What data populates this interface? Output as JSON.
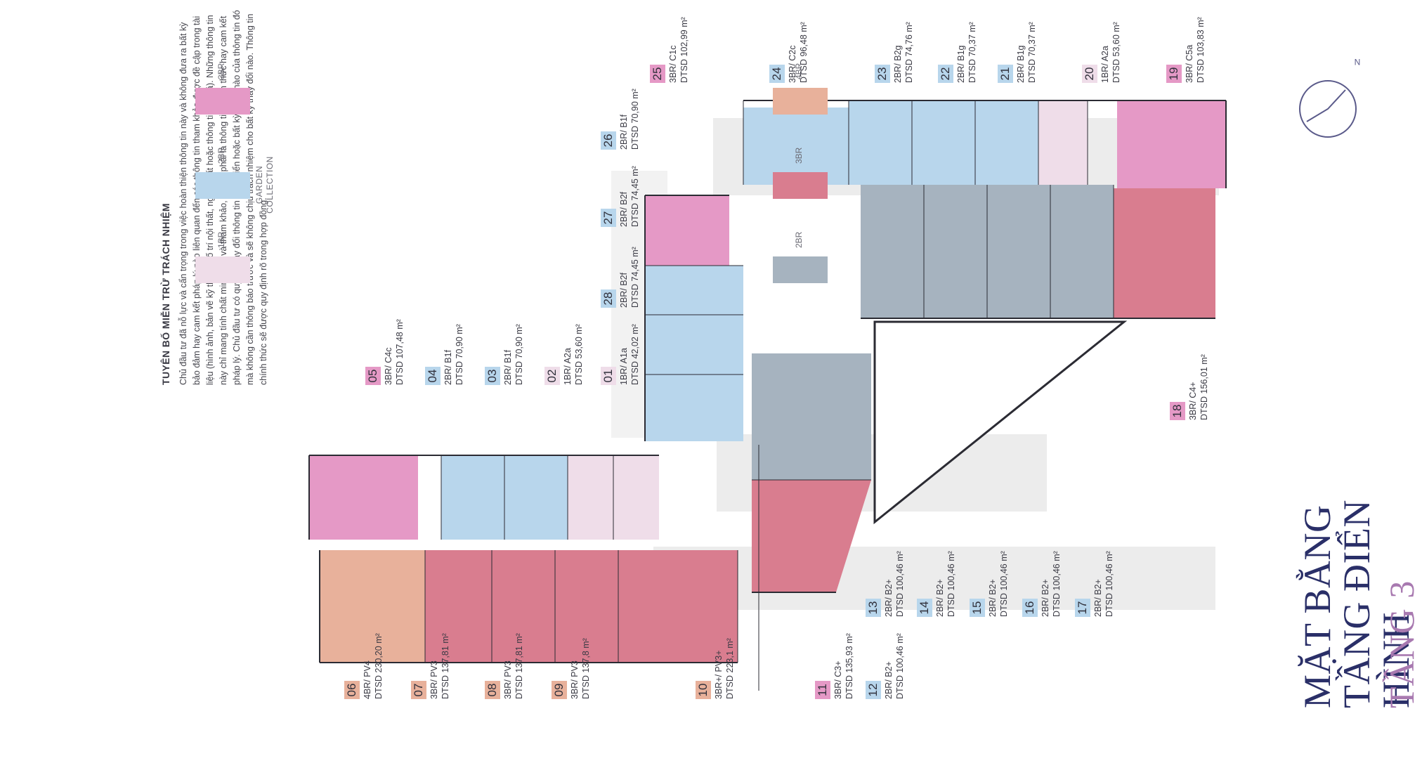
{
  "header": {
    "title": "MẶT BẰNG TẦNG ĐIỂN HÌNH",
    "subtitle": "TẦNG 3"
  },
  "colors": {
    "br1": "#efdde9",
    "br2": "#b8d6ec",
    "br3": "#e599c6",
    "garden2": "#a6b3bf",
    "garden3": "#d97d8f",
    "garden4": "#e8b19b",
    "title": "#2a2f68",
    "accent": "#a879b0",
    "line": "#2b2b33"
  },
  "legend": {
    "standard": [
      {
        "label": "1BR",
        "color": "#efdde9"
      },
      {
        "label": "2BR",
        "color": "#b8d6ec"
      },
      {
        "label": "3BR",
        "color": "#e599c6"
      }
    ],
    "garden_title": "GARDEN COLLECTION",
    "garden": [
      {
        "label": "2BR",
        "color": "#a6b3bf"
      },
      {
        "label": "3BR",
        "color": "#d97d8f"
      },
      {
        "label": "4BR",
        "color": "#e8b19b"
      }
    ]
  },
  "units": [
    {
      "no": "01",
      "type": "1BR/ A1a",
      "area": "DTSD 42,02 m²",
      "badge": "#efdde9"
    },
    {
      "no": "02",
      "type": "1BR/ A2a",
      "area": "DTSD 53,60 m²",
      "badge": "#efdde9"
    },
    {
      "no": "03",
      "type": "2BR/ B1f",
      "area": "DTSD 70,90 m²",
      "badge": "#b8d6ec"
    },
    {
      "no": "04",
      "type": "2BR/ B1f",
      "area": "DTSD 70,90 m²",
      "badge": "#b8d6ec"
    },
    {
      "no": "05",
      "type": "3BR/ C4c",
      "area": "DTSD 107,48 m²",
      "badge": "#e599c6"
    },
    {
      "no": "06",
      "type": "4BR/ PV4",
      "area": "DTSD 230,20 m²",
      "badge": "#e8b19b"
    },
    {
      "no": "07",
      "type": "3BR/ PV3",
      "area": "DTSD 137,81 m²",
      "badge": "#e8b19b"
    },
    {
      "no": "08",
      "type": "3BR/ PV3",
      "area": "DTSD 137,81 m²",
      "badge": "#e8b19b"
    },
    {
      "no": "09",
      "type": "3BR/ PV3",
      "area": "DTSD 137,8 m²",
      "badge": "#e8b19b"
    },
    {
      "no": "10",
      "type": "3BR+/ PV3+",
      "area": "DTSD 223,1 m²",
      "badge": "#e8b19b"
    },
    {
      "no": "11",
      "type": "3BR/ C3+",
      "area": "DTSD 135,93 m²",
      "badge": "#e599c6"
    },
    {
      "no": "12",
      "type": "2BR/ B2+",
      "area": "DTSD 100,46 m²",
      "badge": "#b8d6ec"
    },
    {
      "no": "13",
      "type": "2BR/ B2+",
      "area": "DTSD 100,46 m²",
      "badge": "#b8d6ec"
    },
    {
      "no": "14",
      "type": "2BR/ B2+",
      "area": "DTSD 100,46 m²",
      "badge": "#b8d6ec"
    },
    {
      "no": "15",
      "type": "2BR/ B2+",
      "area": "DTSD 100,46 m²",
      "badge": "#b8d6ec"
    },
    {
      "no": "16",
      "type": "2BR/ B2+",
      "area": "DTSD 100,46 m²",
      "badge": "#b8d6ec"
    },
    {
      "no": "17",
      "type": "2BR/ B2+",
      "area": "DTSD 100,46 m²",
      "badge": "#b8d6ec"
    },
    {
      "no": "18",
      "type": "3BR/ C4+",
      "area": "DTSD 156,01 m²",
      "badge": "#e599c6"
    },
    {
      "no": "19",
      "type": "3BR/ C5a",
      "area": "DTSD 103,83 m²",
      "badge": "#e599c6"
    },
    {
      "no": "20",
      "type": "1BR/ A2a",
      "area": "DTSD 53,60 m²",
      "badge": "#efdde9"
    },
    {
      "no": "21",
      "type": "2BR/ B1g",
      "area": "DTSD 70,37 m²",
      "badge": "#b8d6ec"
    },
    {
      "no": "22",
      "type": "2BR/ B1g",
      "area": "DTSD 70,37 m²",
      "badge": "#b8d6ec"
    },
    {
      "no": "23",
      "type": "2BR/ B2g",
      "area": "DTSD 74,76 m²",
      "badge": "#b8d6ec"
    },
    {
      "no": "24",
      "type": "3BR/ C2c",
      "area": "DTSD 96,48 m²",
      "badge": "#b8d6ec"
    },
    {
      "no": "25",
      "type": "3BR/ C1c",
      "area": "DTSD 102,99 m²",
      "badge": "#e599c6"
    },
    {
      "no": "26",
      "type": "2BR/ B1f",
      "area": "DTSD 70,90 m²",
      "badge": "#b8d6ec"
    },
    {
      "no": "27",
      "type": "2BR/ B2f",
      "area": "DTSD 74,45 m²",
      "badge": "#b8d6ec"
    },
    {
      "no": "28",
      "type": "2BR/ B2f",
      "area": "DTSD 74,45 m²",
      "badge": "#b8d6ec"
    }
  ],
  "disclaimer": {
    "title": "TUYÊN BỐ MIỄN TRỪ TRÁCH NHIỆM",
    "text": "Chủ đầu tư đã nỗ lực và cẩn trọng trong việc hoàn thiện thông tin này và không đưa ra bất kỳ bảo đảm hay cam kết pháp lý nào liên quan đến các thông tin tham khảo được đề cập trong tài liệu (hình ảnh, bản vẽ kỹ thuật, bố trí nội thất, ngoại thất hoặc thông tin mô tả). Những thông tin này chỉ mang tính chất minh hoạ và tham khảo, không phải là thông tin chính thức hay cam kết pháp lý. Chủ đầu tư có quyền thay đổi thông tin phát triển hoặc bất kỳ phần nào của thông tin đó mà không cần thông báo trước và sẽ không chịu trách nhiệm cho bất kỳ thay đổi nào. Thông tin chính thức sẽ được quy định rõ trong hợp đồng."
  },
  "compass": {
    "label": "N"
  }
}
